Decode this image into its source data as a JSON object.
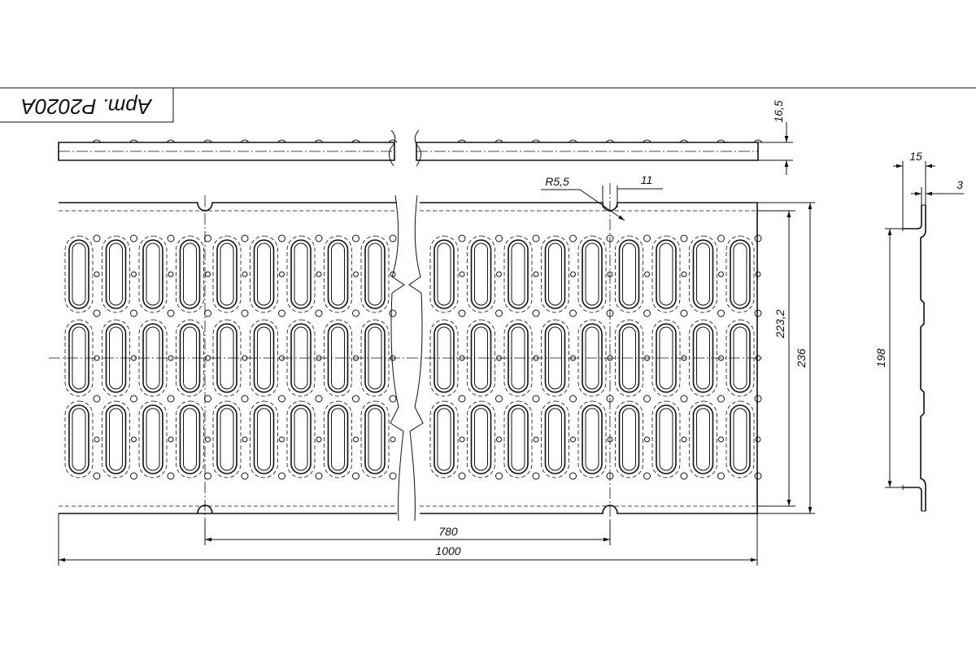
{
  "title_block": {
    "article": "Арт. P2020A"
  },
  "dimensions": {
    "thickness": "16,5",
    "flange_width": "15",
    "flange_offset": "3",
    "notch_radius": "R5,5",
    "notch_width": "11",
    "inner_height": "223,2",
    "total_height": "236",
    "side_height": "198",
    "notch_spacing": "780",
    "total_length": "1000"
  }
}
